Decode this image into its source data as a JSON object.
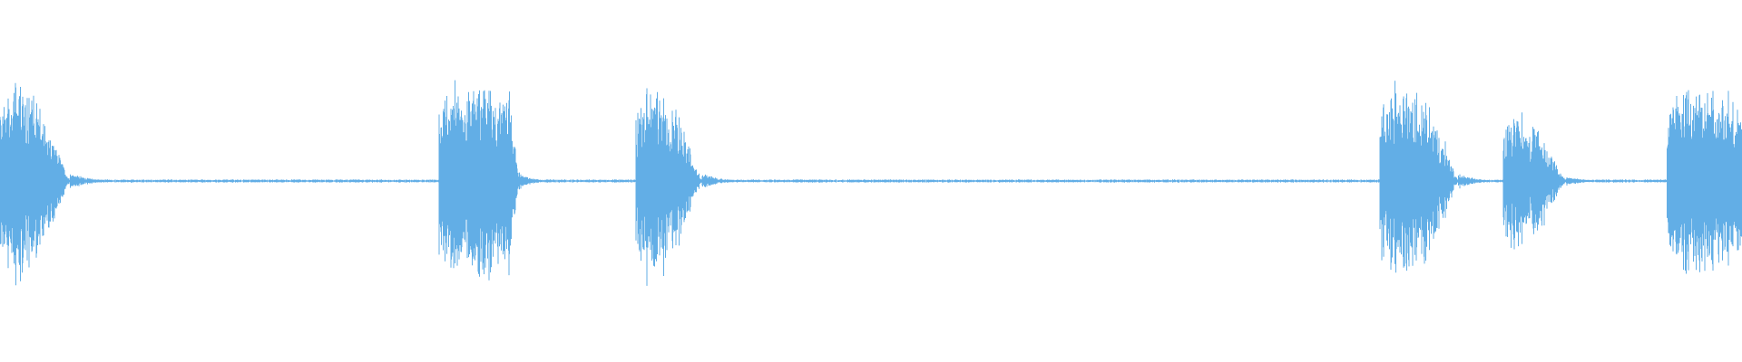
{
  "waveform": {
    "color": "#62aee6",
    "background": "#ffffff",
    "duration": 1,
    "baseline_amplitude": 0.012,
    "bursts": [
      {
        "onset": 0.0,
        "peak": 1.0,
        "sustain": 0.018,
        "decay": 0.022,
        "tail": 0.03
      },
      {
        "onset": 0.252,
        "peak": 1.0,
        "sustain": 0.04,
        "decay": 0.006,
        "tail": 0.02
      },
      {
        "onset": 0.365,
        "peak": 0.9,
        "sustain": 0.02,
        "decay": 0.018,
        "tail": 0.03
      },
      {
        "onset": 0.792,
        "peak": 0.96,
        "sustain": 0.025,
        "decay": 0.02,
        "tail": 0.025
      },
      {
        "onset": 0.863,
        "peak": 0.64,
        "sustain": 0.016,
        "decay": 0.02,
        "tail": 0.025
      },
      {
        "onset": 0.957,
        "peak": 1.0,
        "sustain": 0.043,
        "decay": 0.0,
        "tail": 0.01
      }
    ]
  }
}
